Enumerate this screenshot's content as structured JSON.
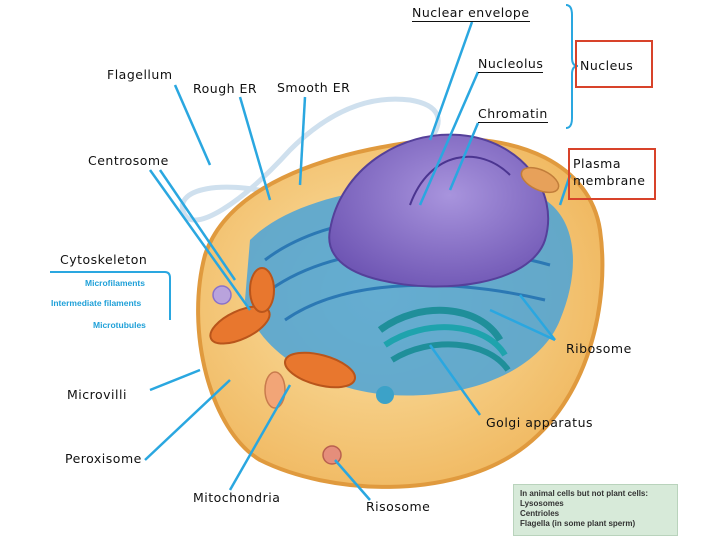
{
  "labels": {
    "nuclear_envelope": "Nuclear envelope",
    "nucleolus": "Nucleolus",
    "chromatin": "Chromatin",
    "nucleus": "Nucleus",
    "flagellum": "Flagellum",
    "rough_er": "Rough ER",
    "smooth_er": "Smooth ER",
    "centrosome": "Centrosome",
    "plasma_membrane": "Plasma membrane",
    "cytoskeleton": "Cytoskeleton",
    "microfilaments": "Microfilaments",
    "intermediate_filaments": "Intermediate filaments",
    "microtubules": "Microtubules",
    "ribosome": "Ribosome",
    "microvilli": "Microvilli",
    "golgi": "Golgi apparatus",
    "peroxisome": "Peroxisome",
    "mitochondria": "Mitochondria",
    "lysosome": "Risosome"
  },
  "legend": {
    "title": "In animal cells but not plant cells:",
    "items": [
      "Lysosomes",
      "Centrioles",
      "Flagella (in some plant sperm)"
    ]
  },
  "colors": {
    "cytoplasm": "#f5c97a",
    "membrane": "#e9a94c",
    "er": "#4aa3d8",
    "nucleus": "#8a72c9",
    "golgi": "#1f8f9a",
    "mitochondria": "#e8772e",
    "leader": "#2aa7e0",
    "highlight_box": "#d8432a",
    "legend_bg": "#d7ead9"
  }
}
